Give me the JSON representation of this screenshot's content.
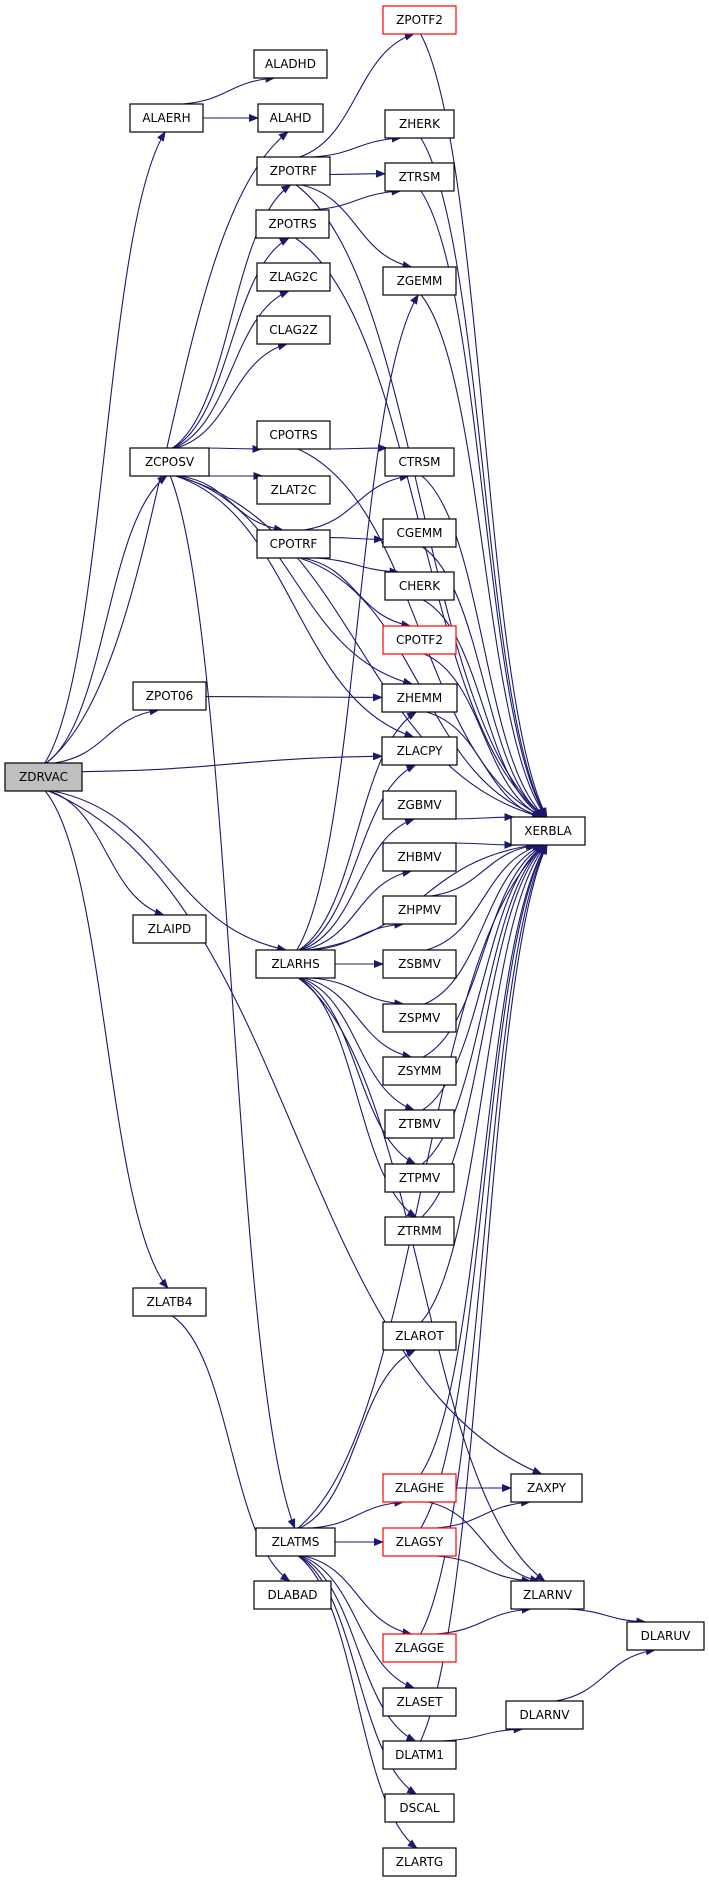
{
  "colors": {
    "edge": "#191970",
    "node_border": "#000000",
    "node_border_highlight": "#ff0000",
    "root_fill": "#bfbfbf",
    "node_fill": "#ffffff"
  },
  "nodes": [
    {
      "id": "ZDRVAC",
      "label": "ZDRVAC",
      "style": "root"
    },
    {
      "id": "ALAERH",
      "label": "ALAERH",
      "style": "normal"
    },
    {
      "id": "ALADHD",
      "label": "ALADHD",
      "style": "normal"
    },
    {
      "id": "ALAHD",
      "label": "ALAHD",
      "style": "normal"
    },
    {
      "id": "ZCPOSV",
      "label": "ZCPOSV",
      "style": "normal"
    },
    {
      "id": "ZPOTRF",
      "label": "ZPOTRF",
      "style": "normal"
    },
    {
      "id": "ZPOTRS",
      "label": "ZPOTRS",
      "style": "normal"
    },
    {
      "id": "ZLAG2C",
      "label": "ZLAG2C",
      "style": "normal"
    },
    {
      "id": "CLAG2Z",
      "label": "CLAG2Z",
      "style": "normal"
    },
    {
      "id": "CPOTRS",
      "label": "CPOTRS",
      "style": "normal"
    },
    {
      "id": "ZLAT2C",
      "label": "ZLAT2C",
      "style": "normal"
    },
    {
      "id": "CPOTRF",
      "label": "CPOTRF",
      "style": "normal"
    },
    {
      "id": "ZPOTF2",
      "label": "ZPOTF2",
      "style": "highlight"
    },
    {
      "id": "ZHERK",
      "label": "ZHERK",
      "style": "normal"
    },
    {
      "id": "ZTRSM",
      "label": "ZTRSM",
      "style": "normal"
    },
    {
      "id": "ZGEMM",
      "label": "ZGEMM",
      "style": "normal"
    },
    {
      "id": "CTRSM",
      "label": "CTRSM",
      "style": "normal"
    },
    {
      "id": "CGEMM",
      "label": "CGEMM",
      "style": "normal"
    },
    {
      "id": "CHERK",
      "label": "CHERK",
      "style": "normal"
    },
    {
      "id": "CPOTF2",
      "label": "CPOTF2",
      "style": "highlight"
    },
    {
      "id": "ZPOT06",
      "label": "ZPOT06",
      "style": "normal"
    },
    {
      "id": "ZHEMM",
      "label": "ZHEMM",
      "style": "normal"
    },
    {
      "id": "ZLACPY",
      "label": "ZLACPY",
      "style": "normal"
    },
    {
      "id": "ZGBMV",
      "label": "ZGBMV",
      "style": "normal"
    },
    {
      "id": "XERBLA",
      "label": "XERBLA",
      "style": "normal"
    },
    {
      "id": "ZHBMV",
      "label": "ZHBMV",
      "style": "normal"
    },
    {
      "id": "ZLAIPD",
      "label": "ZLAIPD",
      "style": "normal"
    },
    {
      "id": "ZHPMV",
      "label": "ZHPMV",
      "style": "normal"
    },
    {
      "id": "ZLARHS",
      "label": "ZLARHS",
      "style": "normal"
    },
    {
      "id": "ZSBMV",
      "label": "ZSBMV",
      "style": "normal"
    },
    {
      "id": "ZSPMV",
      "label": "ZSPMV",
      "style": "normal"
    },
    {
      "id": "ZSYMM",
      "label": "ZSYMM",
      "style": "normal"
    },
    {
      "id": "ZTBMV",
      "label": "ZTBMV",
      "style": "normal"
    },
    {
      "id": "ZTPMV",
      "label": "ZTPMV",
      "style": "normal"
    },
    {
      "id": "ZTRMM",
      "label": "ZTRMM",
      "style": "normal"
    },
    {
      "id": "ZLATB4",
      "label": "ZLATB4",
      "style": "normal"
    },
    {
      "id": "ZLAROT",
      "label": "ZLAROT",
      "style": "normal"
    },
    {
      "id": "ZLAGHE",
      "label": "ZLAGHE",
      "style": "highlight"
    },
    {
      "id": "ZAXPY",
      "label": "ZAXPY",
      "style": "normal"
    },
    {
      "id": "ZLATMS",
      "label": "ZLATMS",
      "style": "normal"
    },
    {
      "id": "ZLAGSY",
      "label": "ZLAGSY",
      "style": "highlight"
    },
    {
      "id": "DLABAD",
      "label": "DLABAD",
      "style": "normal"
    },
    {
      "id": "ZLARNV",
      "label": "ZLARNV",
      "style": "normal"
    },
    {
      "id": "DLARUV",
      "label": "DLARUV",
      "style": "normal"
    },
    {
      "id": "ZLAGGE",
      "label": "ZLAGGE",
      "style": "highlight"
    },
    {
      "id": "ZLASET",
      "label": "ZLASET",
      "style": "normal"
    },
    {
      "id": "DLARNV",
      "label": "DLARNV",
      "style": "normal"
    },
    {
      "id": "DLATM1",
      "label": "DLATM1",
      "style": "normal"
    },
    {
      "id": "DSCAL",
      "label": "DSCAL",
      "style": "normal"
    },
    {
      "id": "ZLARTG",
      "label": "ZLARTG",
      "style": "normal"
    }
  ],
  "edges": [
    [
      "ZDRVAC",
      "ALAERH"
    ],
    [
      "ZDRVAC",
      "ALAHD"
    ],
    [
      "ZDRVAC",
      "ZCPOSV"
    ],
    [
      "ZDRVAC",
      "ZPOT06"
    ],
    [
      "ZDRVAC",
      "ZLACPY"
    ],
    [
      "ZDRVAC",
      "ZLAIPD"
    ],
    [
      "ZDRVAC",
      "ZLARHS"
    ],
    [
      "ZDRVAC",
      "ZAXPY"
    ],
    [
      "ZDRVAC",
      "ZLATB4"
    ],
    [
      "ALAERH",
      "ALADHD"
    ],
    [
      "ALAERH",
      "ALAHD"
    ],
    [
      "ZCPOSV",
      "ZPOTRF"
    ],
    [
      "ZCPOSV",
      "ZPOTRS"
    ],
    [
      "ZCPOSV",
      "ZLAG2C"
    ],
    [
      "ZCPOSV",
      "CLAG2Z"
    ],
    [
      "ZCPOSV",
      "XERBLA"
    ],
    [
      "ZCPOSV",
      "CPOTRS"
    ],
    [
      "ZCPOSV",
      "ZLAT2C"
    ],
    [
      "ZCPOSV",
      "CPOTRF"
    ],
    [
      "ZCPOSV",
      "ZHEMM"
    ],
    [
      "ZCPOSV",
      "ZLACPY"
    ],
    [
      "ZCPOSV",
      "ZLATMS"
    ],
    [
      "ZPOTRF",
      "ZPOTF2"
    ],
    [
      "ZPOTRF",
      "XERBLA"
    ],
    [
      "ZPOTRF",
      "ZHERK"
    ],
    [
      "ZPOTRF",
      "ZTRSM"
    ],
    [
      "ZPOTRF",
      "ZGEMM"
    ],
    [
      "ZPOTF2",
      "XERBLA"
    ],
    [
      "ZHERK",
      "XERBLA"
    ],
    [
      "ZTRSM",
      "XERBLA"
    ],
    [
      "ZGEMM",
      "XERBLA"
    ],
    [
      "ZPOTRS",
      "ZTRSM"
    ],
    [
      "ZPOTRS",
      "XERBLA"
    ],
    [
      "CPOTRS",
      "CTRSM"
    ],
    [
      "CPOTRS",
      "XERBLA"
    ],
    [
      "CTRSM",
      "XERBLA"
    ],
    [
      "CPOTRF",
      "CTRSM"
    ],
    [
      "CPOTRF",
      "XERBLA"
    ],
    [
      "CPOTRF",
      "CGEMM"
    ],
    [
      "CPOTRF",
      "CHERK"
    ],
    [
      "CPOTRF",
      "CPOTF2"
    ],
    [
      "CGEMM",
      "XERBLA"
    ],
    [
      "CHERK",
      "XERBLA"
    ],
    [
      "CPOTF2",
      "XERBLA"
    ],
    [
      "ZPOT06",
      "ZHEMM"
    ],
    [
      "ZHEMM",
      "XERBLA"
    ],
    [
      "ZLARHS",
      "ZGEMM"
    ],
    [
      "ZLARHS",
      "ZHEMM"
    ],
    [
      "ZLARHS",
      "ZLACPY"
    ],
    [
      "ZLARHS",
      "ZGBMV"
    ],
    [
      "ZLARHS",
      "ZHBMV"
    ],
    [
      "ZLARHS",
      "ZHPMV"
    ],
    [
      "ZLARHS",
      "ZSBMV"
    ],
    [
      "ZLARHS",
      "ZSPMV"
    ],
    [
      "ZLARHS",
      "ZSYMM"
    ],
    [
      "ZLARHS",
      "ZTBMV"
    ],
    [
      "ZLARHS",
      "ZTPMV"
    ],
    [
      "ZLARHS",
      "ZTRMM"
    ],
    [
      "ZLARHS",
      "XERBLA"
    ],
    [
      "ZLARHS",
      "ZLARNV"
    ],
    [
      "ZGBMV",
      "XERBLA"
    ],
    [
      "ZHBMV",
      "XERBLA"
    ],
    [
      "ZHPMV",
      "XERBLA"
    ],
    [
      "ZSBMV",
      "XERBLA"
    ],
    [
      "ZSPMV",
      "XERBLA"
    ],
    [
      "ZSYMM",
      "XERBLA"
    ],
    [
      "ZTBMV",
      "XERBLA"
    ],
    [
      "ZTPMV",
      "XERBLA"
    ],
    [
      "ZTRMM",
      "XERBLA"
    ],
    [
      "ZLATB4",
      "DLABAD"
    ],
    [
      "ZLATMS",
      "ZLAROT"
    ],
    [
      "ZLATMS",
      "XERBLA"
    ],
    [
      "ZLATMS",
      "ZLAGHE"
    ],
    [
      "ZLATMS",
      "ZLAGSY"
    ],
    [
      "ZLATMS",
      "ZLAGGE"
    ],
    [
      "ZLATMS",
      "ZLASET"
    ],
    [
      "ZLATMS",
      "DLATM1"
    ],
    [
      "ZLATMS",
      "DSCAL"
    ],
    [
      "ZLATMS",
      "ZLARTG"
    ],
    [
      "ZLAROT",
      "XERBLA"
    ],
    [
      "ZLAGHE",
      "XERBLA"
    ],
    [
      "ZLAGHE",
      "ZAXPY"
    ],
    [
      "ZLAGHE",
      "ZLARNV"
    ],
    [
      "ZLAGSY",
      "XERBLA"
    ],
    [
      "ZLAGSY",
      "ZAXPY"
    ],
    [
      "ZLAGSY",
      "ZLARNV"
    ],
    [
      "ZLAGGE",
      "XERBLA"
    ],
    [
      "ZLAGGE",
      "ZLARNV"
    ],
    [
      "ZLARNV",
      "DLARUV"
    ],
    [
      "DLATM1",
      "XERBLA"
    ],
    [
      "DLATM1",
      "DLARNV"
    ],
    [
      "DLARNV",
      "DLARUV"
    ]
  ]
}
